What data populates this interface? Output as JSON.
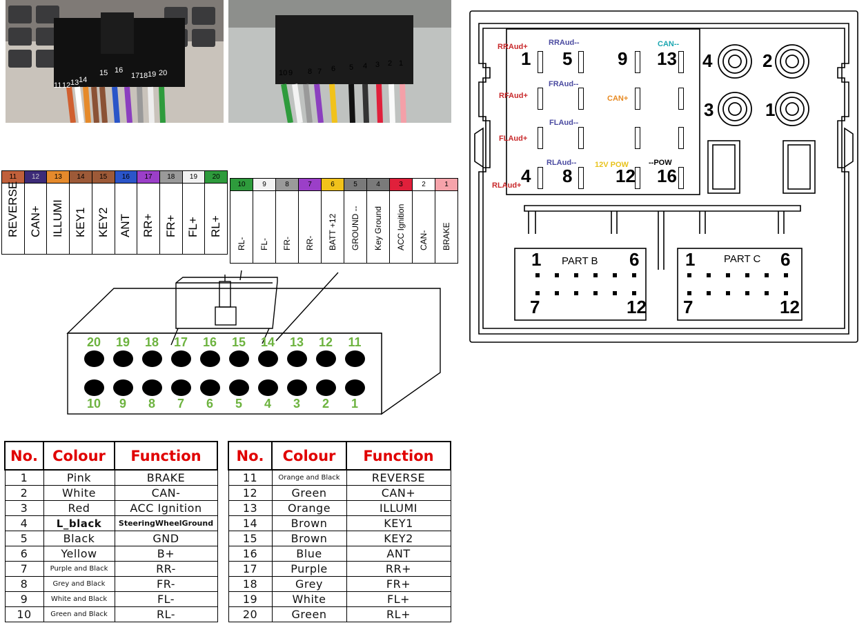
{
  "strip_left": [
    {
      "num": "11",
      "label": "REVERSE",
      "bg": "#c0603b"
    },
    {
      "num": "12",
      "label": "CAN+",
      "bg": "#3d2b78"
    },
    {
      "num": "13",
      "label": "ILLUMI",
      "bg": "#e58a2c"
    },
    {
      "num": "14",
      "label": "KEY1",
      "bg": "#9d5a38"
    },
    {
      "num": "15",
      "label": "KEY2",
      "bg": "#9d5a38"
    },
    {
      "num": "16",
      "label": "ANT",
      "bg": "#2b55c9"
    },
    {
      "num": "17",
      "label": "RR+",
      "bg": "#9b3fc8"
    },
    {
      "num": "18",
      "label": "FR+",
      "bg": "#9a9a9a"
    },
    {
      "num": "19",
      "label": "FL+",
      "bg": "#f2f2f2"
    },
    {
      "num": "20",
      "label": "RL+",
      "bg": "#2e9b3c"
    }
  ],
  "strip_right": [
    {
      "num": "10",
      "label": "RL-",
      "bg": "#2e9b3c"
    },
    {
      "num": "9",
      "label": "FL-",
      "bg": "#f2f2f2"
    },
    {
      "num": "8",
      "label": "FR-",
      "bg": "#9a9a9a"
    },
    {
      "num": "7",
      "label": "RR-",
      "bg": "#9b3fc8"
    },
    {
      "num": "6",
      "label": "BATT +12",
      "bg": "#f1c21b"
    },
    {
      "num": "5",
      "label": "GROUND --",
      "bg": "#7a7a7a"
    },
    {
      "num": "4",
      "label": "Key Ground",
      "bg": "#7a7a7a"
    },
    {
      "num": "3",
      "label": "ACC Ignition",
      "bg": "#e0203b"
    },
    {
      "num": "2",
      "label": "CAN-",
      "bg": "#ffffff"
    },
    {
      "num": "1",
      "label": "BRAKE",
      "bg": "#f6a3aa"
    }
  ],
  "photo_left_nums": [
    "11",
    "12",
    "13",
    "14",
    "15",
    "16",
    "17",
    "18",
    "19",
    "20"
  ],
  "photo_right_nums": [
    "10",
    "9",
    "8",
    "7",
    "6",
    "5",
    "4",
    "3",
    "2",
    "1"
  ],
  "connector": {
    "top": [
      "20",
      "19",
      "18",
      "17",
      "16",
      "15",
      "14",
      "13",
      "12",
      "11"
    ],
    "bottom": [
      "10",
      "9",
      "8",
      "7",
      "6",
      "5",
      "4",
      "3",
      "2",
      "1"
    ]
  },
  "table_headers": {
    "no": "No.",
    "colour": "Colour",
    "function": "Function"
  },
  "table_left": [
    {
      "no": "1",
      "colour": "Pink",
      "function": "BRAKE"
    },
    {
      "no": "2",
      "colour": "White",
      "function": "CAN-"
    },
    {
      "no": "3",
      "colour": "Red",
      "function": "ACC Ignition"
    },
    {
      "no": "4",
      "colour": "L_black",
      "function": "SteeringWheelGround"
    },
    {
      "no": "5",
      "colour": "Black",
      "function": "GND"
    },
    {
      "no": "6",
      "colour": "Yellow",
      "function": "B+"
    },
    {
      "no": "7",
      "colour": "Purple and Black",
      "function": "RR-"
    },
    {
      "no": "8",
      "colour": "Grey and Black",
      "function": "FR-"
    },
    {
      "no": "9",
      "colour": "White and Black",
      "function": "FL-"
    },
    {
      "no": "10",
      "colour": "Green and Black",
      "function": "RL-"
    }
  ],
  "table_right": [
    {
      "no": "11",
      "colour": "Orange and Black",
      "function": "REVERSE"
    },
    {
      "no": "12",
      "colour": "Green",
      "function": "CAN+"
    },
    {
      "no": "13",
      "colour": "Orange",
      "function": "ILLUMI"
    },
    {
      "no": "14",
      "colour": "Brown",
      "function": "KEY1"
    },
    {
      "no": "15",
      "colour": "Brown",
      "function": "KEY2"
    },
    {
      "no": "16",
      "colour": "Blue",
      "function": "ANT"
    },
    {
      "no": "17",
      "colour": "Purple",
      "function": "RR+"
    },
    {
      "no": "18",
      "colour": "Grey",
      "function": "FR+"
    },
    {
      "no": "19",
      "colour": "White",
      "function": "FL+"
    },
    {
      "no": "20",
      "colour": "Green",
      "function": "RL+"
    }
  ],
  "iso": {
    "labels": {
      "rraud_plus": "RRAud+",
      "rraud_minus": "RRAud--",
      "can_minus": "CAN--",
      "rfaud_plus": "RFAud+",
      "fraud_minus": "FRAud--",
      "can_plus": "CAN+",
      "flaud_plus": "FLAud+",
      "flaud_minus": "FLAud--",
      "rlaud_plus": "RLAud+",
      "rlaud_minus": "RLAud--",
      "pow12": "12V POW",
      "pow": "--POW"
    },
    "nums": {
      "n1": "1",
      "n5": "5",
      "n9": "9",
      "n13": "13",
      "n4": "4",
      "n8": "8",
      "n12": "12",
      "n16": "16"
    },
    "antenna": {
      "a4": "4",
      "a2": "2",
      "a3": "3",
      "a1": "1"
    },
    "part_b": {
      "title": "PART B",
      "tl": "1",
      "tr": "6",
      "bl": "7",
      "br": "12"
    },
    "part_c": {
      "title": "PART C",
      "tl": "1",
      "tr": "6",
      "bl": "7",
      "br": "12"
    }
  }
}
